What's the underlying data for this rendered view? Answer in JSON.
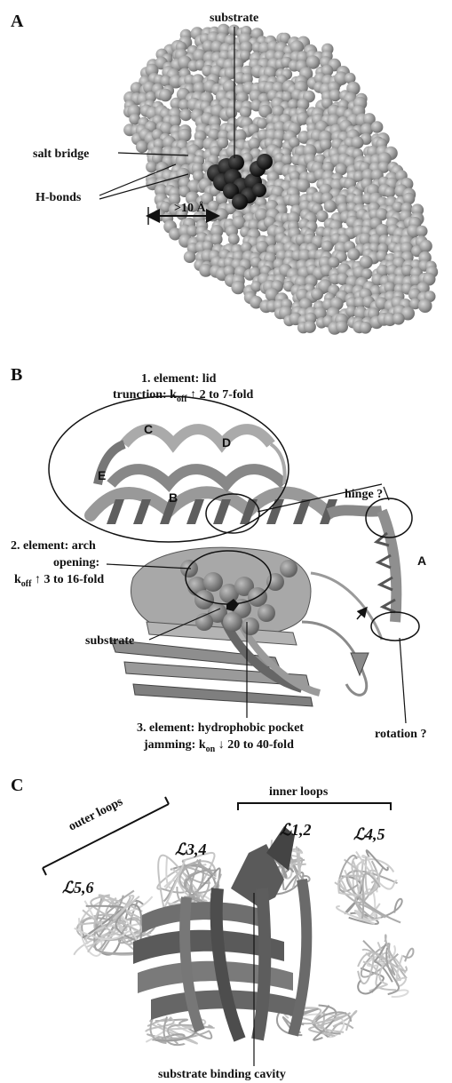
{
  "panel_a": {
    "letter": "A",
    "substrate": "substrate",
    "salt_bridge": "salt bridge",
    "h_bonds": "H-bonds",
    "distance": ">10 Å"
  },
  "panel_b": {
    "letter": "B",
    "element1_title": "1. element: lid",
    "element1_pre": "trunction: k",
    "element1_sub": "off",
    "element1_post": " ↑ 2 to 7-fold",
    "element2_line1": "2. element: arch",
    "element2_line2": "opening:",
    "element2_pre": "k",
    "element2_sub": "off",
    "element2_post": " ↑ 3 to 16-fold",
    "substrate": "substrate",
    "element3_title": "3. element: hydrophobic pocket",
    "element3_pre": "jamming: k",
    "element3_sub": "on",
    "element3_post": " ↓ 20 to 40-fold",
    "hinge": "hinge ?",
    "rotation": "rotation ?",
    "helix_a": "A",
    "helix_b": "B",
    "helix_c": "C",
    "helix_d": "D",
    "helix_e": "E"
  },
  "panel_c": {
    "letter": "C",
    "outer_loops": "outer loops",
    "inner_loops": "inner loops",
    "loop_34": "ℒ3,4",
    "loop_56": "ℒ5,6",
    "loop_12": "ℒ1,2",
    "loop_45": "ℒ4,5",
    "cavity": "substrate binding cavity"
  }
}
